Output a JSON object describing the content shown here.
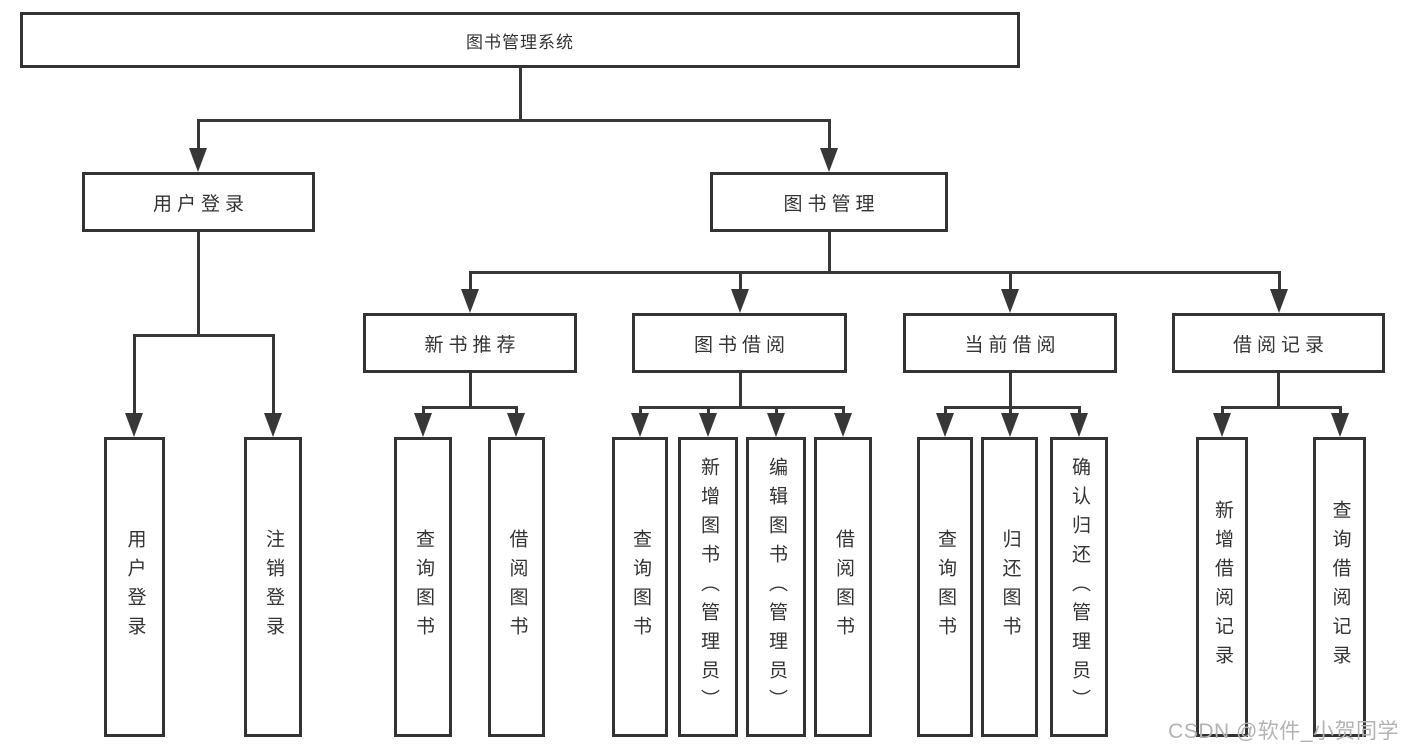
{
  "tree": {
    "root": {
      "label": "图书管理系统",
      "children": [
        {
          "label": "用户登录",
          "children": [
            {
              "label": "用户登录"
            },
            {
              "label": "注销登录"
            }
          ]
        },
        {
          "label": "图书管理",
          "children": [
            {
              "label": "新书推荐",
              "children": [
                {
                  "label": "查询图书"
                },
                {
                  "label": "借阅图书"
                }
              ]
            },
            {
              "label": "图书借阅",
              "children": [
                {
                  "label": "查询图书"
                },
                {
                  "label": "新增图书（管理员）"
                },
                {
                  "label": "编辑图书（管理员）"
                },
                {
                  "label": "借阅图书"
                }
              ]
            },
            {
              "label": "当前借阅",
              "children": [
                {
                  "label": "查询图书"
                },
                {
                  "label": "归还图书"
                },
                {
                  "label": "确认归还（管理员）"
                }
              ]
            },
            {
              "label": "借阅记录",
              "children": [
                {
                  "label": "新增借阅记录"
                },
                {
                  "label": "查询借阅记录"
                }
              ]
            }
          ]
        }
      ]
    }
  },
  "watermark": {
    "text": "CSDN @软件_小贺同学"
  },
  "colors": {
    "box_border": "#333333",
    "connector": "#373737",
    "text": "#333333",
    "watermark": "#b3b3b3",
    "background": "#ffffff"
  }
}
